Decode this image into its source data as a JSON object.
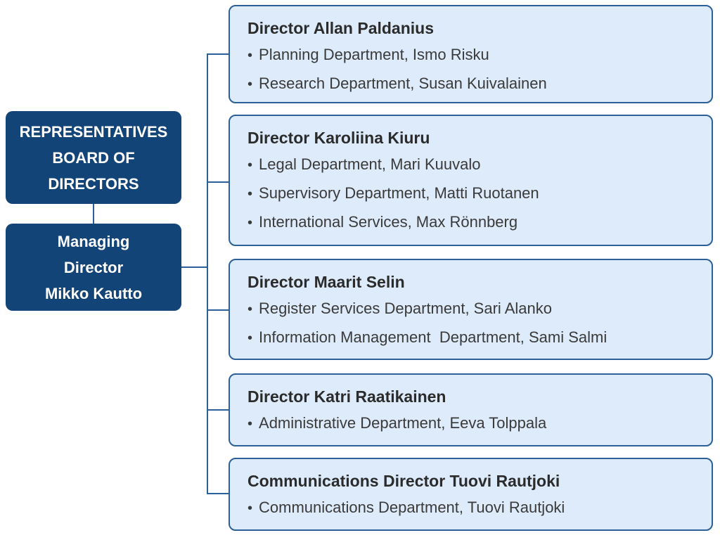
{
  "glyphs": {
    "bullet": "•"
  },
  "colors": {
    "navy": "#134478",
    "light_blue": "#DEEBFA",
    "border_blue": "#2B6098",
    "line_blue": "#2B6098",
    "title_text": "#2B2B2B",
    "body_text": "#3A3A3A",
    "white": "#FFFFFF"
  },
  "org": {
    "board": {
      "lines": [
        "REPRESENTATIVES",
        "BOARD OF",
        "DIRECTORS"
      ]
    },
    "managing_director": {
      "lines": [
        "Managing",
        "Director",
        "Mikko Kautto"
      ]
    },
    "directors": [
      {
        "title": "Director Allan Paldanius",
        "departments": [
          "Planning Department, Ismo Risku",
          "Research Department, Susan Kuivalainen"
        ]
      },
      {
        "title": "Director Karoliina Kiuru",
        "departments": [
          "Legal Department, Mari Kuuvalo",
          "Supervisory Department, Matti Ruotanen",
          "International Services, Max Rönnberg"
        ]
      },
      {
        "title": "Director Maarit Selin",
        "departments": [
          "Register Services Department, Sari Alanko",
          "Information Management  Department, Sami Salmi"
        ]
      },
      {
        "title": "Director Katri Raatikainen",
        "departments": [
          "Administrative Department, Eeva Tolppala"
        ]
      },
      {
        "title": "Communications Director Tuovi Rautjoki",
        "departments": [
          "Communications Department, Tuovi Rautjoki"
        ]
      }
    ]
  }
}
